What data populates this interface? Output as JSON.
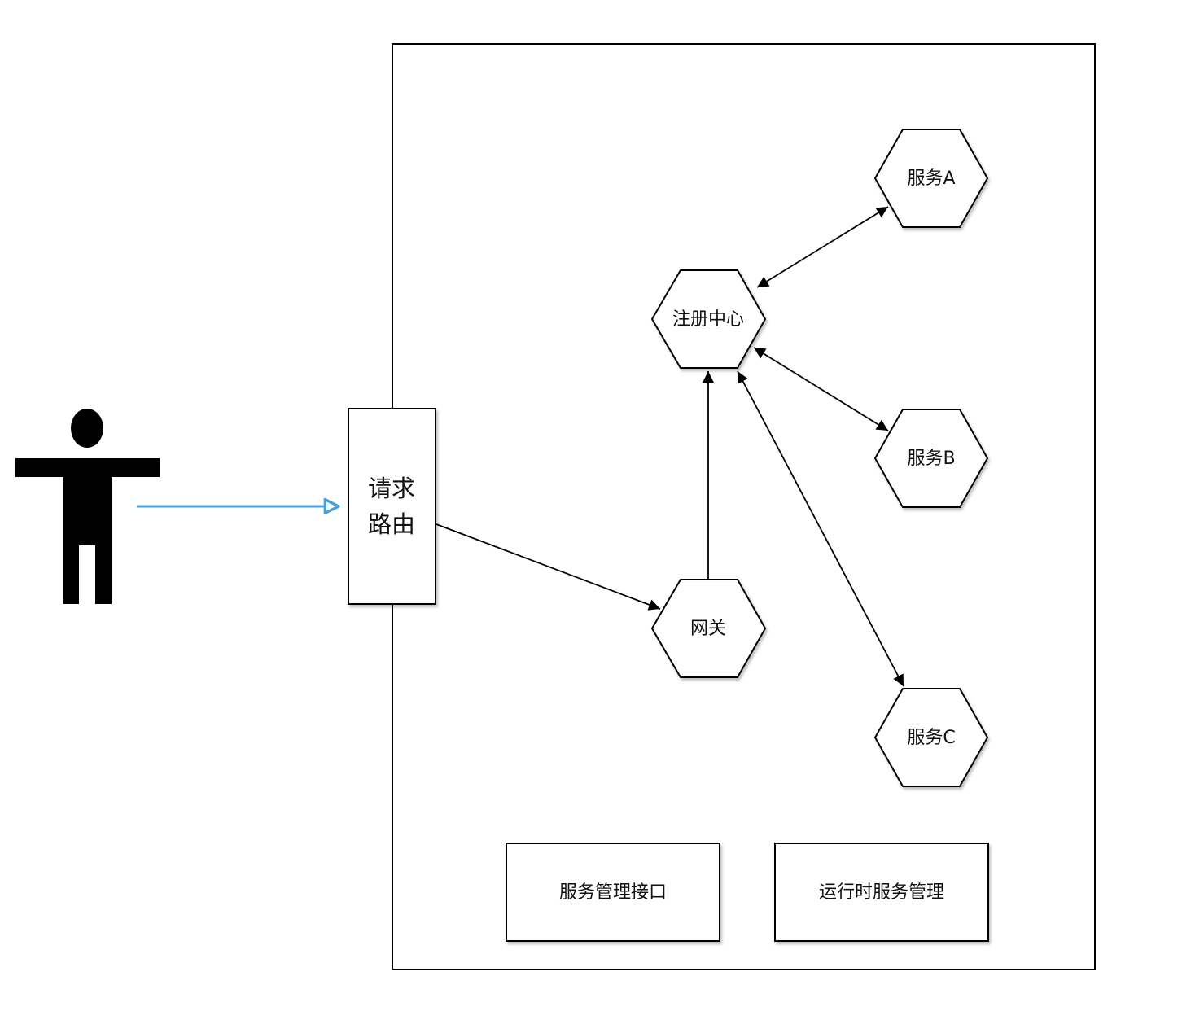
{
  "nodes": {
    "router": {
      "line1": "请求",
      "line2": "路由"
    },
    "gateway": {
      "label": "网关"
    },
    "registry": {
      "label": "注册中心"
    },
    "service_a": {
      "label": "服务A"
    },
    "service_b": {
      "label": "服务B"
    },
    "service_c": {
      "label": "服务C"
    },
    "mgmt_api": {
      "label": "服务管理接口"
    },
    "runtime_mgmt": {
      "label": "运行时服务管理"
    }
  },
  "colors": {
    "stroke": "#000000",
    "request_arrow": "#4a9fd8",
    "person": "#000000"
  }
}
